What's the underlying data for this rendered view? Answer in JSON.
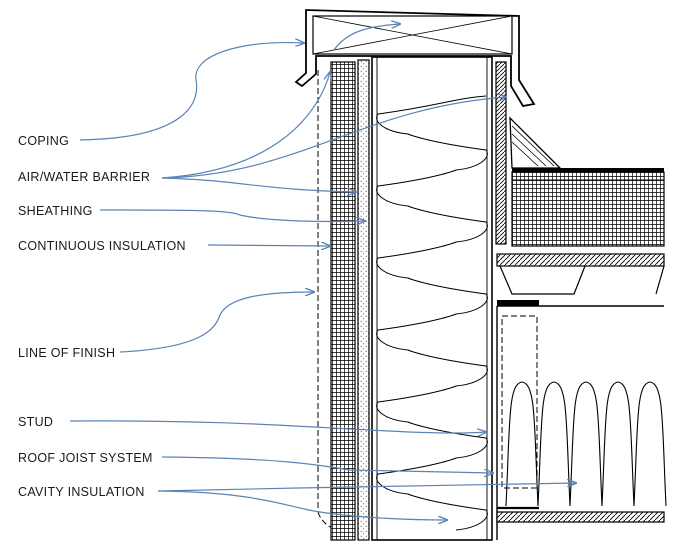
{
  "labels": {
    "coping": "COPING",
    "air_water_barrier": "AIR/WATER BARRIER",
    "sheathing": "SHEATHING",
    "continuous_insulation": "CONTINUOUS INSULATION",
    "line_of_finish": "LINE OF FINISH",
    "stud": "STUD",
    "roof_joist_system": "ROOF JOIST SYSTEM",
    "cavity_insulation": "CAVITY INSULATION"
  },
  "colors": {
    "linework": "#000000",
    "leader": "#5b84b5"
  }
}
